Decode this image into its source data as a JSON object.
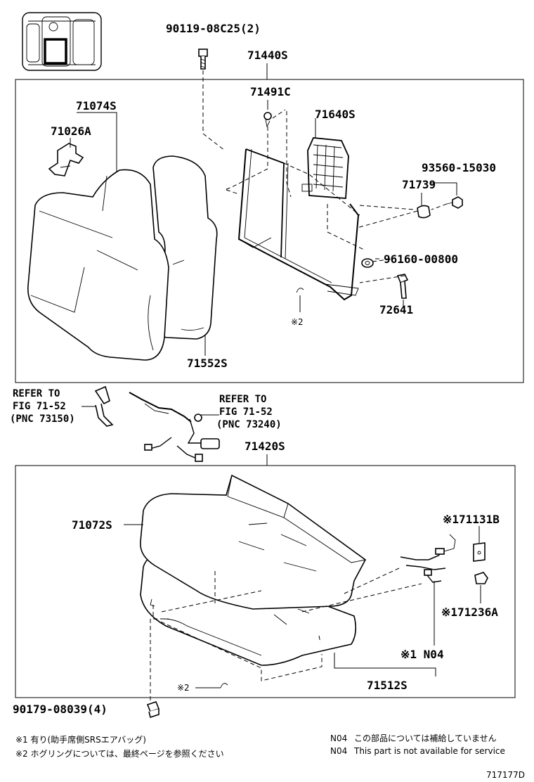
{
  "callouts": {
    "bolt_top": "90119-08C25(2)",
    "back_assy": "71440S",
    "clip": "71491C",
    "back_cover": "71074S",
    "back_pad_sub": "71026A",
    "frame": "71640S",
    "screw": "93560-15030",
    "cap": "71739",
    "washer": "96160-00800",
    "bolt_side": "72641",
    "back_pad": "71552S",
    "ring2_back": "※2",
    "cushion_assy": "71420S",
    "cushion_cover": "71072S",
    "sensor": "※171131B",
    "connector": "※171236A",
    "wire": "※1 N04",
    "cushion_pad": "71512S",
    "ring2_cushion": "※2",
    "nut": "90179-08039(4)"
  },
  "refs": {
    "left_line1": "REFER TO",
    "left_line2": "FIG 71-52",
    "left_line3": "(PNC 73150)",
    "right_line1": "REFER TO",
    "right_line2": "FIG 71-52",
    "right_line3": "(PNC 73240)"
  },
  "notes": {
    "note1": "※1 有り(助手席側SRSエアバッグ)",
    "note2": "※2 ホグリングについては、最終ページを参照ください",
    "n04_ja_code": "N04",
    "n04_ja": "この部品については補給していません",
    "n04_en_code": "N04",
    "n04_en": "This part is not available for service"
  },
  "figure_id": "717177D"
}
